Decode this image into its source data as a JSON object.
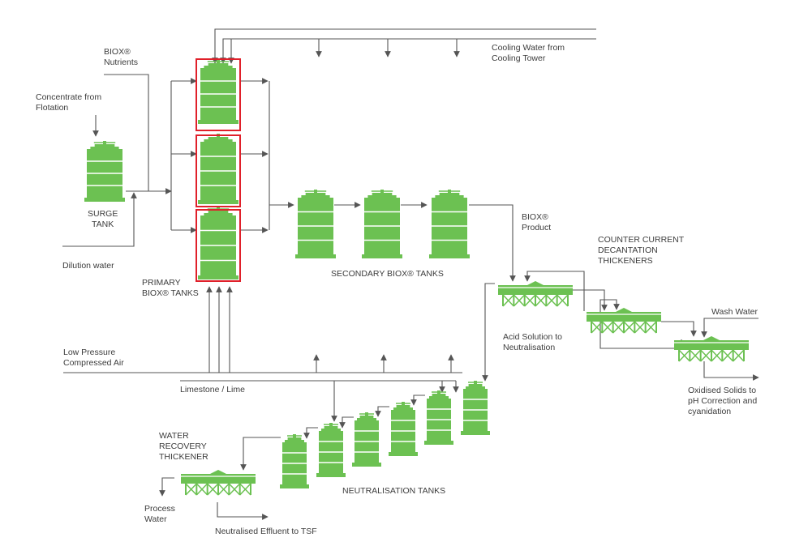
{
  "labels": {
    "cooling_water": [
      "Cooling Water from",
      "Cooling Tower"
    ],
    "biox_nutrients": [
      "BIOX®",
      "Nutrients"
    ],
    "concentrate": [
      "Concentrate from",
      "Flotation"
    ],
    "surge_tank": [
      "SURGE",
      "TANK"
    ],
    "dilution_water": [
      "Dilution water"
    ],
    "primary_tanks": [
      "PRIMARY",
      "BIOX® TANKS"
    ],
    "secondary_tanks": [
      "SECONDARY BIOX® TANKS"
    ],
    "biox_product": [
      "BIOX®",
      "Product"
    ],
    "ccd": [
      "COUNTER CURRENT",
      "DECANTATION",
      "THICKENERS"
    ],
    "wash_water": [
      "Wash Water"
    ],
    "acid_solution": [
      "Acid Solution to",
      "Neutralisation"
    ],
    "oxidised_solids": [
      "Oxidised Solids to",
      "pH Correction and",
      "cyanidation"
    ],
    "low_pressure_air": [
      "Low Pressure",
      "Compressed Air"
    ],
    "limestone": [
      "Limestone / Lime"
    ],
    "water_recovery": [
      "WATER",
      "RECOVERY",
      "THICKENER"
    ],
    "neutralisation_tanks": [
      "NEUTRALISATION TANKS"
    ],
    "process_water": [
      "Process",
      "Water"
    ],
    "neutralised_effluent": [
      "Neutralised Effluent to TSF"
    ]
  },
  "colors": {
    "tank_green": "#6cc152",
    "tank_band": "#ffffff",
    "line_gray": "#555555",
    "highlight_red": "#e0202a",
    "text": "#3c3c3c"
  }
}
